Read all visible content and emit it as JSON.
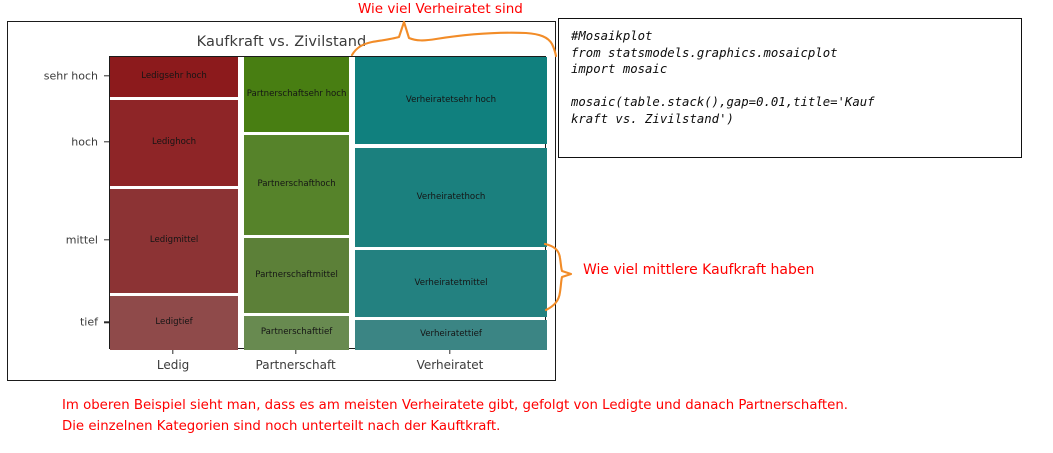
{
  "figure": {
    "title": "Kaufkraft vs. Zivilstand",
    "y_axis_label": "",
    "x_axis_label": ""
  },
  "code_panel": {
    "label": "mosaic-plot-code",
    "lines": [
      "#Mosaikplot",
      "from statsmodels.graphics.mosaicplot",
      "import mosaic",
      "",
      "mosaic(table.stack(),gap=0.01,title='Kauf",
      "kraft vs. Zivilstand')"
    ],
    "text": "#Mosaikplot\nfrom statsmodels.graphics.mosaicplot\nimport mosaic\n\nmosaic(table.stack(),gap=0.01,title='Kauf\nkraft vs. Zivilstand')"
  },
  "annotations": {
    "top": "Wie viel Verheiratet sind",
    "right": "Wie viel mittlere Kaufkraft haben",
    "color": "#ff0000",
    "brace_color": "#f28c28"
  },
  "bottom_note": {
    "line1": "Im oberen Beispiel sieht man, dass es am meisten Verheiratete gibt, gefolgt von Ledigte und danach Partnerschaften.",
    "line2": "Die einzelnen Kategorien sind noch unterteilt nach der Kauftkraft."
  },
  "chart_data": {
    "type": "mosaic",
    "title": "Kaufkraft vs. Zivilstand",
    "xlabel": "",
    "ylabel": "",
    "grid": false,
    "legend": "none",
    "x_categories": [
      "Ledig",
      "Partnerschaft",
      "Verheiratet"
    ],
    "y_categories": [
      "sehr hoch",
      "hoch",
      "mittel",
      "tief"
    ],
    "x_tick_labels": [
      "Ledig",
      "Partnerschaft",
      "Verheiratet"
    ],
    "y_tick_labels": [
      "sehr hoch",
      "hoch",
      "mittel",
      "tief"
    ],
    "column_widths_pct": [
      29.3,
      24.0,
      43.9
    ],
    "columns": [
      {
        "name": "Ledig",
        "color": "#8c2023",
        "width_pct": 29.3,
        "cells": [
          {
            "label": "Ledig\nsehr hoch",
            "level": "sehr hoch",
            "height_pct": 13.6,
            "color": "#8c1a1c"
          },
          {
            "label": "Ledig\nhoch",
            "level": "hoch",
            "height_pct": 29.2,
            "color": "#8e2527"
          },
          {
            "label": "Ledig\nmittel",
            "level": "mittel",
            "height_pct": 35.5,
            "color": "#8c3334"
          },
          {
            "label": "Ledig\ntief",
            "level": "tief",
            "height_pct": 18.3,
            "color": "#8f4a4a"
          }
        ]
      },
      {
        "name": "Partnerschaft",
        "color": "#4f7d21",
        "width_pct": 24.0,
        "cells": [
          {
            "label": "Partnerschaft\nsehr hoch",
            "level": "sehr hoch",
            "height_pct": 25.6,
            "color": "#487e12"
          },
          {
            "label": "Partnerschaft\nhoch",
            "level": "hoch",
            "height_pct": 34.0,
            "color": "#56832a"
          },
          {
            "label": "Partnerschaft\nmittel",
            "level": "mittel",
            "height_pct": 25.6,
            "color": "#5c8038"
          },
          {
            "label": "Partnerschaft\ntief",
            "level": "tief",
            "height_pct": 11.6,
            "color": "#688a50"
          }
        ]
      },
      {
        "name": "Verheiratet",
        "color": "#19807d",
        "width_pct": 43.9,
        "cells": [
          {
            "label": "Verheiratet\nsehr hoch",
            "level": "sehr hoch",
            "height_pct": 30.0,
            "color": "#10807e"
          },
          {
            "label": "Verheiratet\nhoch",
            "level": "hoch",
            "height_pct": 34.1,
            "color": "#1b807e"
          },
          {
            "label": "Verheiratet\nmittel",
            "level": "mittel",
            "height_pct": 22.9,
            "color": "#238180"
          },
          {
            "label": "Verheiratet\ntief",
            "level": "tief",
            "height_pct": 10.2,
            "color": "#3b8584"
          }
        ]
      }
    ]
  }
}
